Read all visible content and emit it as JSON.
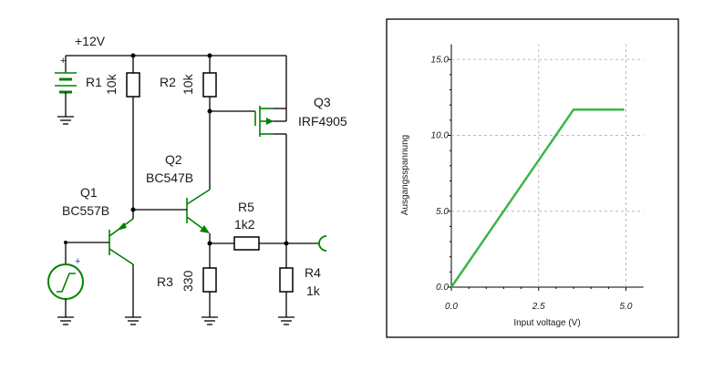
{
  "schematic": {
    "supply_label": "+12V",
    "r1": {
      "name": "R1",
      "value": "10k"
    },
    "r2": {
      "name": "R2",
      "value": "10k"
    },
    "r3": {
      "name": "R3",
      "value": "330"
    },
    "r4": {
      "name": "R4",
      "value": "1k"
    },
    "r5": {
      "name": "R5",
      "value": "1k2"
    },
    "q1": {
      "name": "Q1",
      "type": "BC557B"
    },
    "q2": {
      "name": "Q2",
      "type": "BC547B"
    },
    "q3": {
      "name": "Q3",
      "type": "IRF4905"
    },
    "battery_plus": "+",
    "source_plus": "+",
    "colors": {
      "component": "#008000",
      "wire": "#000000"
    }
  },
  "chart_data": {
    "type": "line",
    "xlabel": "Input voltage (V)",
    "ylabel": "Ausgangsspannung",
    "xlim": [
      0,
      5.5
    ],
    "ylim": [
      0,
      16
    ],
    "x_ticks": [
      "0.0",
      "2.5",
      "5.0"
    ],
    "y_ticks": [
      "0.0",
      "5.0",
      "10.0",
      "15.0"
    ],
    "x_tick_values": [
      0,
      2.5,
      5
    ],
    "y_tick_values": [
      0,
      5,
      10,
      15
    ],
    "grid": true,
    "series": [
      {
        "x": [
          0,
          3.5,
          4.95
        ],
        "y": [
          0,
          11.7,
          11.7
        ],
        "color": "#3cb54a"
      }
    ]
  }
}
